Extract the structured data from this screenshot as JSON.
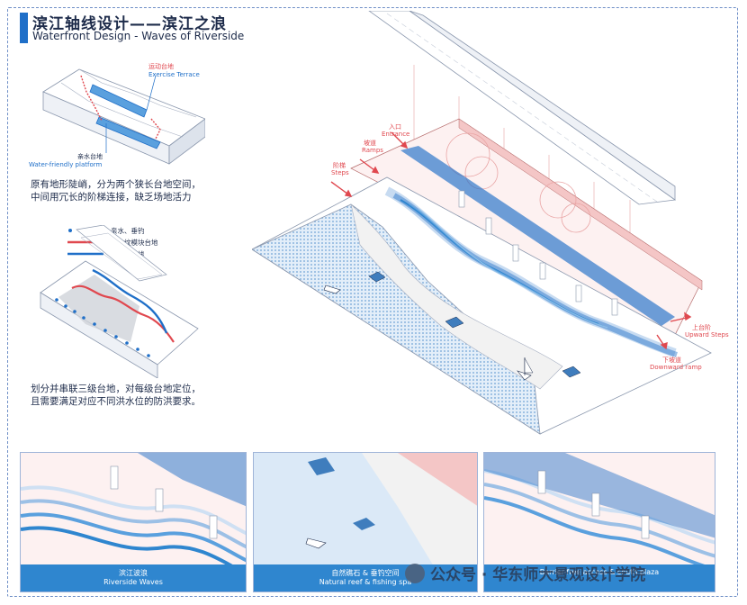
{
  "title": {
    "cn": "滨江轴线设计——滨江之浪",
    "en": "Waterfront Design - Waves of Riverside"
  },
  "diagram1": {
    "label_exercise_cn": "运动台地",
    "label_exercise_en": "Exercise Terrace",
    "label_water_cn": "亲水台地",
    "label_water_en": "Water-friendly platform"
  },
  "text1": {
    "line1": "原有地形陡峭，分为两个狭长台地空间，",
    "line2": "中间用冗长的阶梯连接，缺乏场地活力"
  },
  "legend": {
    "items": [
      {
        "label": "亲水、垂钓",
        "color": "#1f6fc8",
        "style": "dots"
      },
      {
        "label": "水波纹模块台地",
        "color": "#e0484f",
        "style": "line"
      },
      {
        "label": "健身运动线",
        "color": "#1f6fc8",
        "style": "line"
      }
    ]
  },
  "text2": {
    "line1": "划分并串联三级台地，对每级台地定位，",
    "line2": "且需要满足对应不同洪水位的防洪要求。"
  },
  "axon_labels": {
    "entrance_cn": "入口",
    "entrance_en": "Entrance",
    "ramps_cn": "坡道",
    "ramps_en": "Ramps",
    "steps_cn": "阶梯",
    "steps_en": "Steps",
    "upward_cn": "上台阶",
    "upward_en": "Upward Steps",
    "downward_cn": "下坡道",
    "downward_en": "Downward ramp"
  },
  "panels": [
    {
      "cn": "滨江波浪",
      "en": "Riverside Waves"
    },
    {
      "cn": "自然礁石 & 垂钓空间",
      "en": "Natural reef & fishing spa"
    },
    {
      "cn": "",
      "en": "Barrier-free access & south plaza"
    }
  ],
  "watermark": {
    "text": "公众号 · 华东师大景观设计学院"
  },
  "colors": {
    "accent_blue": "#1f6fc8",
    "dark_blue": "#1d2b4a",
    "red": "#e0484f",
    "pink": "#f4c6c6",
    "water_blue": "#9cc0e6"
  }
}
